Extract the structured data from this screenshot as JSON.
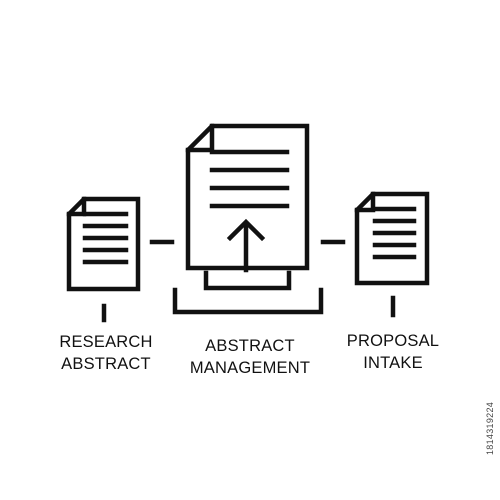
{
  "colors": {
    "stroke": "#111111",
    "background": "#ffffff"
  },
  "icons": {
    "left": "document-icon",
    "center": "document-upload-icon",
    "right": "document-icon"
  },
  "labels": {
    "left": {
      "line1": "RESEARCH",
      "line2": "ABSTRACT"
    },
    "center": {
      "line1": "ABSTRACT",
      "line2": "MANAGEMENT"
    },
    "right": {
      "line1": "PROPOSAL",
      "line2": "INTAKE"
    }
  },
  "watermark": "1814319224"
}
